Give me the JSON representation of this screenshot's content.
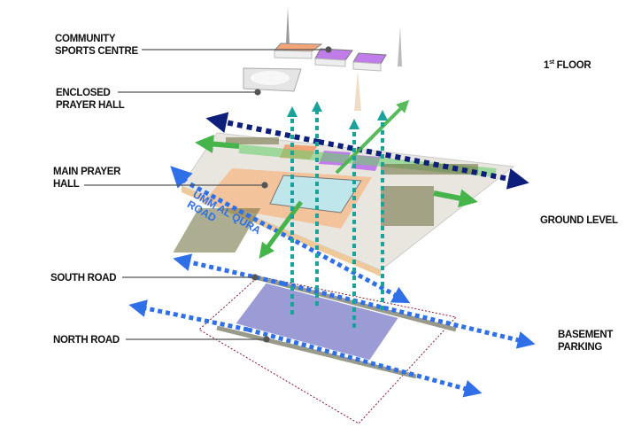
{
  "labels": {
    "community_sports_centre": "COMMUNITY\nSPORTS CENTRE",
    "enclosed_prayer_hall": "ENCLOSED\nPRAYER HALL",
    "main_prayer_hall": "MAIN PRAYER\nHALL",
    "south_road": "SOUTH ROAD",
    "north_road": "NORTH ROAD",
    "umm_al_qura_road": "UMM AL QURA\nROAD",
    "first_floor_base": "1",
    "first_floor_sup": "st",
    "first_floor_rest": " FLOOR",
    "ground_level": "GROUND LEVEL",
    "basement_parking": "BASEMENT\nPARKING"
  },
  "colors": {
    "navy_arrow": "#0d1f7a",
    "blue_arrow": "#2f6fe8",
    "green_arrow": "#45b44a",
    "teal_arrow": "#19a39a",
    "orange_zone": "#f3a577",
    "purple_zone": "#c07ce8",
    "pool": "#bfe6ea",
    "basement": "#9b9bd6",
    "boundary": "#8a1a2a"
  }
}
